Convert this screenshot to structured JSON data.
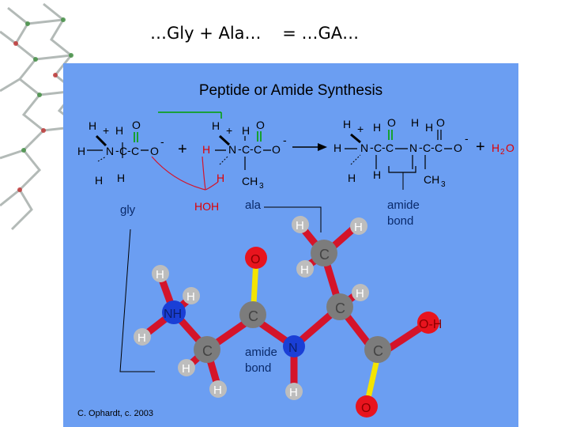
{
  "slide": {
    "title": "…Gly + Ala…    = …GA…"
  },
  "figure": {
    "heading": "Peptide or Amide Synthesis",
    "credit": "C. Ophardt, c. 2003",
    "labels": {
      "gly": "gly",
      "hoh": "HOH",
      "ala": "ala",
      "amide_bond_top": [
        "amide",
        "bond"
      ],
      "amide_bond_bottom": [
        "amide",
        "bond"
      ]
    },
    "reaction": {
      "water": "H",
      "water_sub": "2",
      "water_o": "O",
      "plus": "+",
      "charge_minus": "-",
      "charge_plus": "+",
      "methyl": "CH",
      "methyl_sub": "3"
    },
    "atoms": {
      "H": "H",
      "C": "C",
      "N": "N",
      "O": "O",
      "OH": "O-H",
      "NH": "NH"
    }
  },
  "colors": {
    "panel_background": "#6b9ef2",
    "bond_red": "#d4142a",
    "oxygen": "#e8141e",
    "nitrogen": "#1a3fd6",
    "carbon": "#7c7c7c",
    "hydrogen": "#bdbdbd",
    "double_bond": "#f4e400",
    "red_text": "#e00000",
    "green_connector": "#00a000"
  },
  "icons": {
    "background_molecule": "dna-ladder-molecule-icon"
  }
}
